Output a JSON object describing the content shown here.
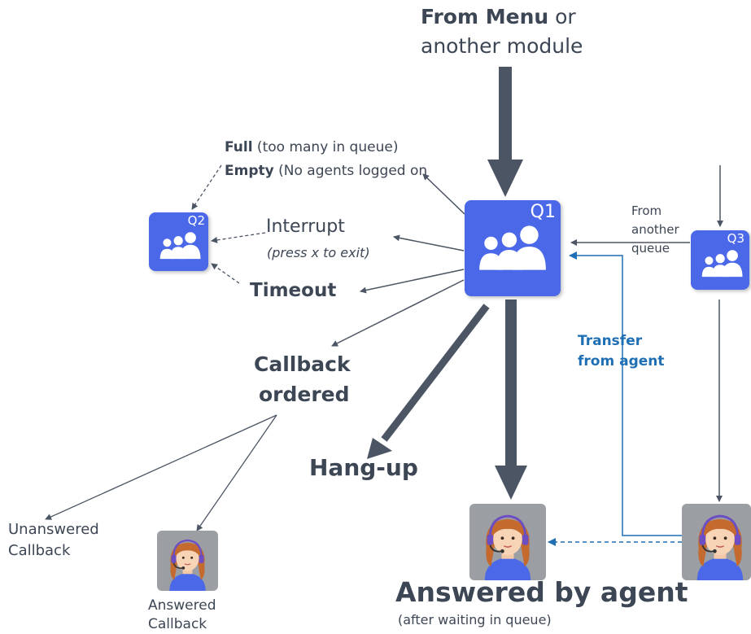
{
  "entry": {
    "bold": "From Menu",
    "rest": " or",
    "line2": "another module"
  },
  "full": {
    "bold": "Full",
    "rest": " (too many in queue)"
  },
  "empty": {
    "bold": "Empty",
    "rest": " (No agents logged on"
  },
  "interrupt": {
    "label": "Interrupt",
    "sub": "(press x to exit)"
  },
  "timeout": "Timeout",
  "callback": {
    "line1": "Callback",
    "line2": "ordered"
  },
  "hangup": "Hang-up",
  "from_queue": {
    "line1": "From",
    "line2": "another",
    "line3": "queue"
  },
  "transfer": {
    "line1": "Transfer",
    "line2": "from agent"
  },
  "answered_agent": {
    "title": "Answered by agent",
    "sub": "(after waiting in queue)"
  },
  "unanswered": {
    "line1": "Unanswered",
    "line2": "Callback"
  },
  "answered_cb": {
    "line1": "Answered",
    "line2": "Callback"
  },
  "queues": {
    "q1": "Q1",
    "q2": "Q2",
    "q3": "Q3"
  },
  "colors": {
    "queue": "#4a68e8",
    "arrow": "#4b5563",
    "transfer": "#1f6fb5",
    "agent_bg": "#9b9ea3"
  },
  "icons": {
    "queue": "people-group-icon",
    "agent": "agent-headset-icon"
  }
}
